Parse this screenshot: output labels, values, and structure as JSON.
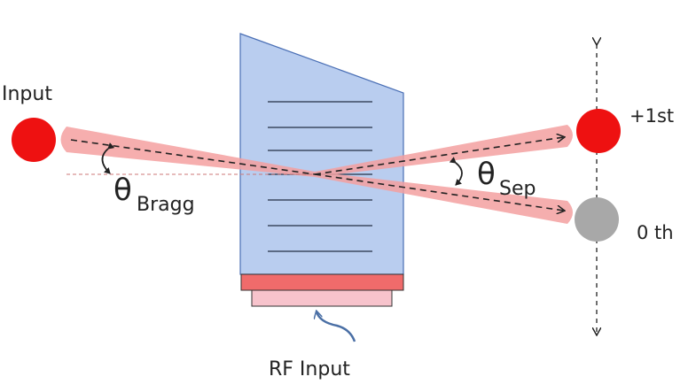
{
  "labels": {
    "input": "Input",
    "first_order": "+1st",
    "zeroth_order": "0 th",
    "theta_bragg_symbol": "θ",
    "theta_bragg_sub": "Bragg",
    "theta_sep_symbol": "θ",
    "theta_sep_sub": "Sep",
    "rf_input": "RF Input"
  },
  "colors": {
    "beam": "#f4a0a0",
    "input_spot": "#ee1111",
    "first_order_spot": "#ee1111",
    "zeroth_order_spot": "#a8a8a8",
    "crystal": "#b9cdef",
    "crystal_edge": "#4a6fb5",
    "transducer": "#f06b6b",
    "electrode": "#f7c3cc",
    "rf_wire": "#4a6fa5"
  }
}
